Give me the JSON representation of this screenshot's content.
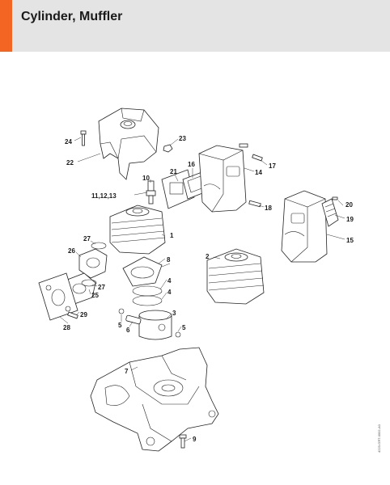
{
  "header": {
    "title": "Cylinder, Muffler",
    "accent_color": "#f26522",
    "background": "#e4e4e4"
  },
  "callouts": {
    "c1": "1",
    "c2": "2",
    "c3": "3",
    "c4a": "4",
    "c4b": "4",
    "c5a": "5",
    "c5b": "5",
    "c6": "6",
    "c7": "7",
    "c8": "8",
    "c9": "9",
    "c10": "10",
    "c11": "11,12,13",
    "c14": "14",
    "c15": "15",
    "c16": "16",
    "c17": "17",
    "c18": "18",
    "c19": "19",
    "c20": "20",
    "c21": "21",
    "c22": "22",
    "c23": "23",
    "c24": "24",
    "c25": "25",
    "c26": "26",
    "c27a": "27",
    "c27b": "27",
    "c28": "28",
    "c29": "29"
  },
  "document_id": "4223-GRT-0002-A0"
}
